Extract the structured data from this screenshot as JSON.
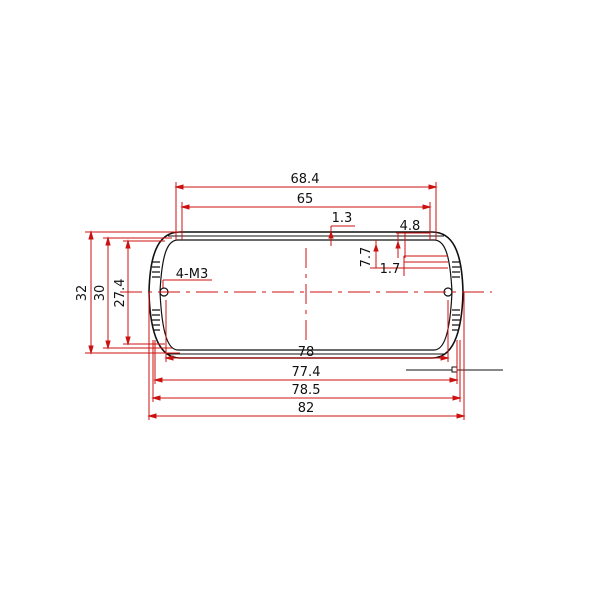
{
  "colors": {
    "dimension": "#cc1111",
    "outline": "#111111",
    "background": "#ffffff"
  },
  "labels": {
    "w684": "68.4",
    "w65": "65",
    "w13": "1.3",
    "w48": "4.8",
    "v77": "7.7",
    "w17": "1.7",
    "h32": "32",
    "h30": "30",
    "h274": "27.4",
    "hole": "4-M3",
    "w78": "78",
    "w774": "77.4",
    "w785": "78.5",
    "w82": "82"
  }
}
